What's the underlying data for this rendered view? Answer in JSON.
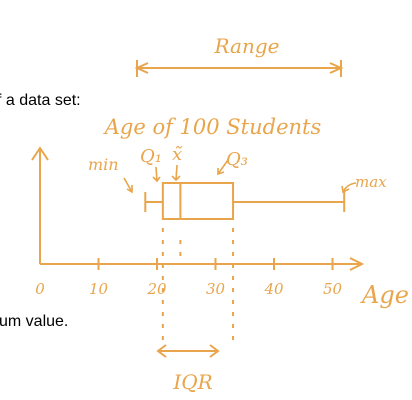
{
  "print_text": {
    "top_line": "f a data set:",
    "bottom_line": "um value."
  },
  "diagram": {
    "title": "Age of 100 Students",
    "range_label": "Range",
    "iqr_label": "IQR",
    "axis_label": "Age",
    "labels": {
      "min": "min",
      "q1": "Q₁",
      "median": "x̃",
      "q3": "Q₃",
      "max": "max"
    },
    "ticks": [
      "0",
      "10",
      "20",
      "30",
      "40",
      "50"
    ],
    "color": "#E8A54B"
  },
  "chart_data": {
    "type": "box",
    "title": "Age of 100 Students",
    "xlabel": "Age",
    "xlim": [
      0,
      55
    ],
    "ticks": [
      0,
      10,
      20,
      30,
      40,
      50
    ],
    "min": 18,
    "q1": 21,
    "median": 24,
    "q3": 33,
    "max": 52
  }
}
